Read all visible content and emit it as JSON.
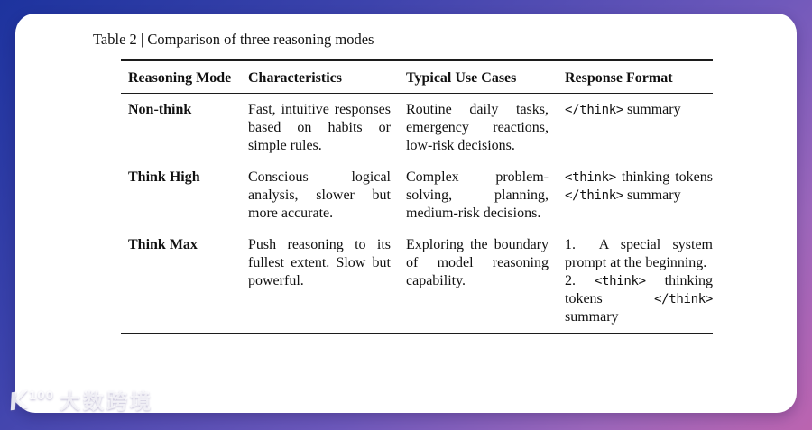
{
  "table": {
    "caption": "Table 2 | Comparison of three reasoning modes",
    "headers": [
      "Reasoning Mode",
      "Characteristics",
      "Typical Use Cases",
      "Response Format"
    ],
    "rows": [
      {
        "mode": "Non-think",
        "characteristics": "Fast, intuitive responses based on habits or simple rules.",
        "use_cases": "Routine daily tasks, emergency reactions, low-risk decisions.",
        "response_format": [
          {
            "code": true,
            "text": "</think>"
          },
          {
            "code": false,
            "text": " summary"
          }
        ]
      },
      {
        "mode": "Think High",
        "characteristics": "Conscious logical analysis, slower but more accurate.",
        "use_cases": "Complex problem-solving, planning, medium-risk decisions.",
        "response_format": [
          {
            "code": true,
            "text": "<think>"
          },
          {
            "code": false,
            "text": " thinking tokens "
          },
          {
            "code": true,
            "text": "</think>"
          },
          {
            "code": false,
            "text": " summary"
          }
        ]
      },
      {
        "mode": "Think Max",
        "characteristics": "Push reasoning to its fullest extent.  Slow but powerful.",
        "use_cases": "Exploring the boundary of model reasoning capability.",
        "response_format": [
          {
            "code": false,
            "text": "1.  A special system prompt at the beginning.\n2. "
          },
          {
            "code": true,
            "text": "<think>"
          },
          {
            "code": false,
            "text": " thinking tokens "
          },
          {
            "code": true,
            "text": "</think>"
          },
          {
            "code": false,
            "text": " summary"
          }
        ]
      }
    ]
  },
  "watermark": {
    "logo_glyph": "K",
    "logo_text": "100",
    "brand_name": "大数跨境"
  },
  "colors": {
    "gradient_top_left": "#1d339e",
    "gradient_mid": "#6d58bb",
    "gradient_bottom_right": "#bb64b0",
    "card_background": "#ffffff",
    "rule_color": "#1c1c1c",
    "text_color": "#111111",
    "watermark_color": "#ffffff"
  }
}
